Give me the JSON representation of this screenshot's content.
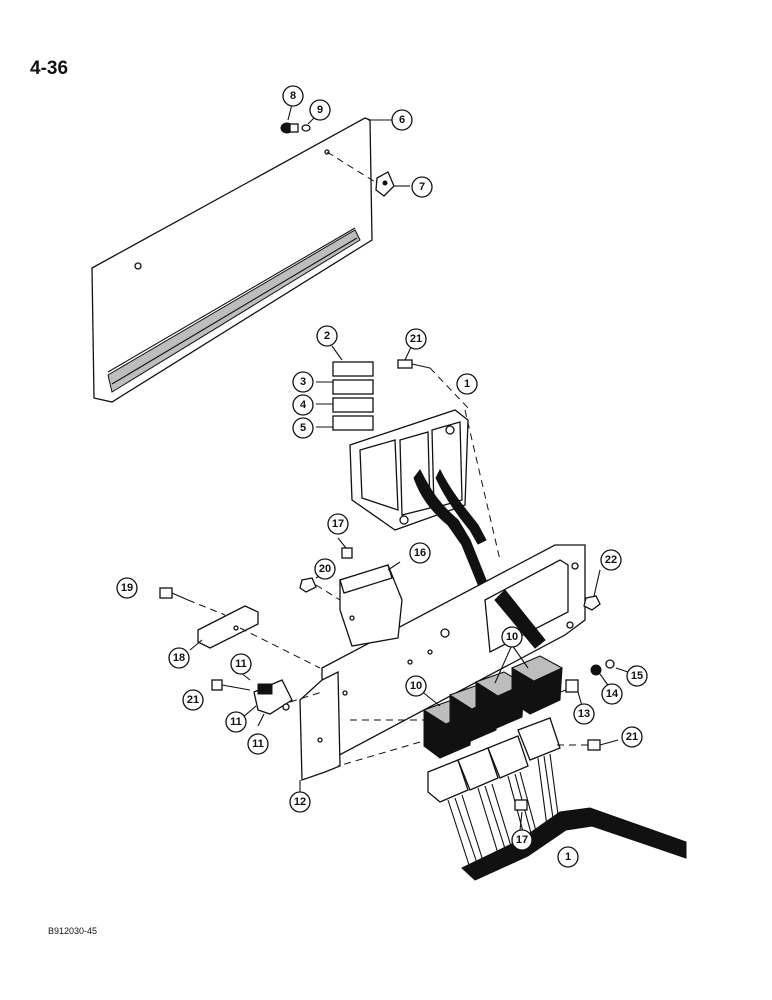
{
  "page_number": "4-36",
  "figure_id": "B912030-45",
  "callouts": {
    "c8": "8",
    "c9": "9",
    "c6": "6",
    "c7": "7",
    "c2": "2",
    "c21a": "21",
    "c3": "3",
    "c4": "4",
    "c1a": "1",
    "c5": "5",
    "c17a": "17",
    "c20": "20",
    "c16": "16",
    "c22": "22",
    "c19": "19",
    "c10a": "10",
    "c18": "18",
    "c11a": "11",
    "c15": "15",
    "c10b": "10",
    "c14": "14",
    "c21b": "21",
    "c11b": "11",
    "c13": "13",
    "c11c": "11",
    "c21c": "21",
    "c12": "12",
    "c17b": "17",
    "c1b": "1"
  }
}
